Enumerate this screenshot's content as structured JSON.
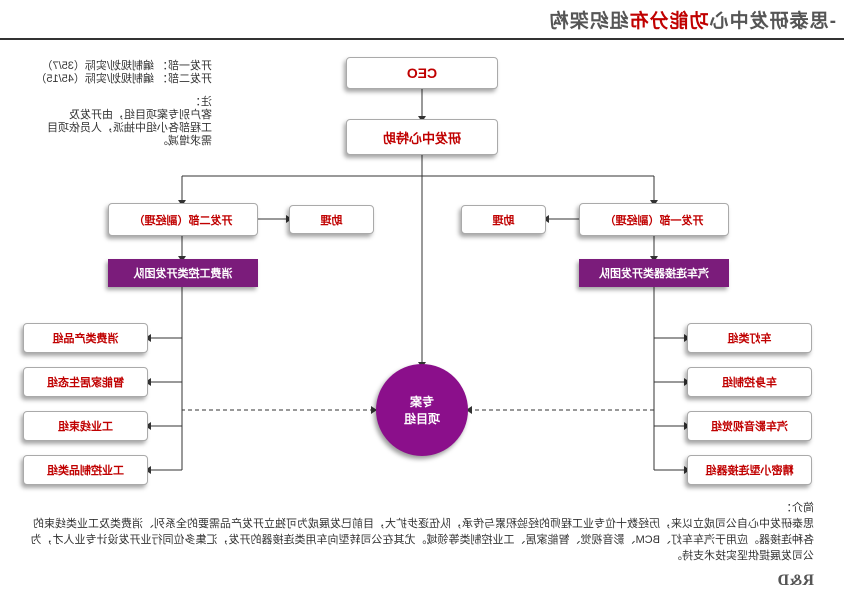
{
  "title": {
    "prefix": "-思泰研发中心",
    "highlight": "功能分布",
    "suffix": "组织架构"
  },
  "notes": {
    "line1": "开发一部：  编制规划/实际（35/7）",
    "line2": "开发二部：  编制规划/实际（45/15）",
    "note_label": "注：",
    "note_text": "客户别专案项目组，由开发及\n工程部各小组中抽派，人员依项目\n需求增减。"
  },
  "nodes": {
    "ceo": "CEO",
    "assistant_center": "研发中心特助",
    "dept1": "开发一部（副经理）",
    "dept2": "开发二部（副经理）",
    "assistant1": "助理",
    "assistant2": "助理",
    "team1": "汽车连接器类开发团队",
    "team2": "消费工控类开发团队",
    "project_line1": "专案",
    "project_line2": "项目组"
  },
  "groups_left": [
    "消费类产品组",
    "智能家居生态组",
    "工业线束组",
    "工业控制品类组"
  ],
  "groups_right": [
    "车灯类组",
    "车身控制组",
    "汽车影音视觉组",
    "精密小型连接器组"
  ],
  "intro": {
    "label": "简介：",
    "text": "思泰研发中心自公司成立以来，历经数十位专业工程师的经验积累与传承，队伍逐步扩大，目前已发展成为可独立开发产品需要的全系列、消费类及工业类线束的各种连接器。应用于汽车车灯、BCM、影音视觉、智能家居、工业控制类等领域。尤其在公司转型向车用类连接器的开发，汇集多位同行业开发设计专业人才，为公司发展提供坚实技术支持。"
  },
  "footer": "R&D"
}
